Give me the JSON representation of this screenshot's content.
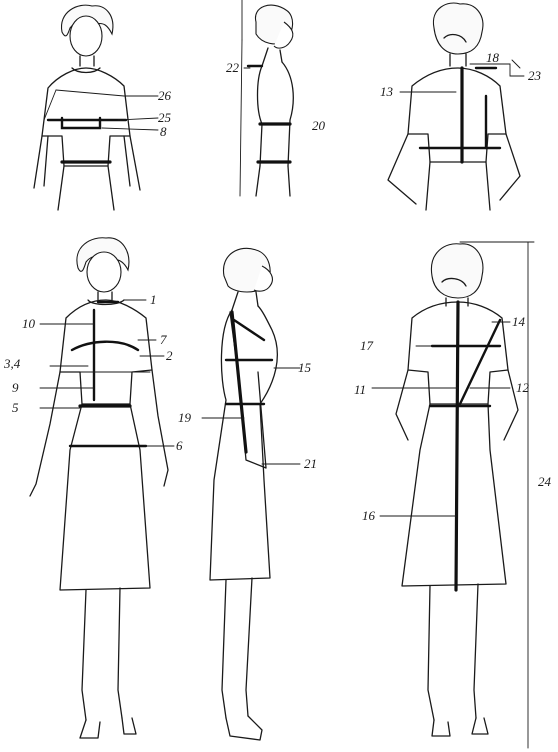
{
  "labels": {
    "m1": "1",
    "m2": "2",
    "m3_4": "3,4",
    "m5": "5",
    "m6": "6",
    "m7": "7",
    "m8": "8",
    "m9": "9",
    "m10": "10",
    "m11": "11",
    "m12": "12",
    "m13": "13",
    "m14": "14",
    "m15": "15",
    "m16": "16",
    "m17": "17",
    "m18": "18",
    "m19": "19",
    "m20": "20",
    "m21": "21",
    "m22": "22",
    "m23": "23",
    "m24": "24",
    "m25": "25",
    "m26": "26"
  }
}
